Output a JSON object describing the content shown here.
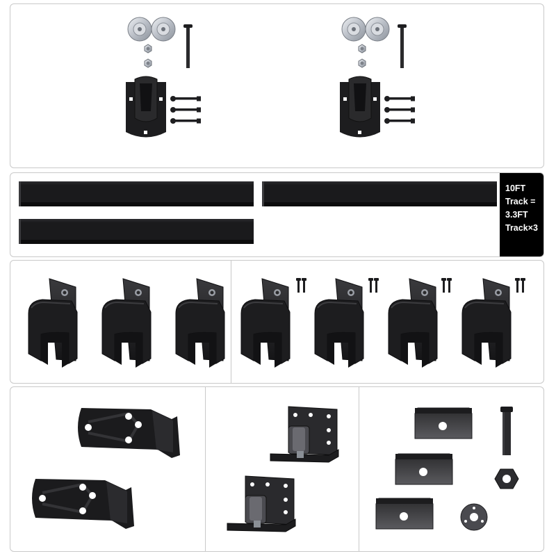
{
  "track_label": {
    "lines": [
      "10FT",
      "Track =",
      "3.3FT",
      "Track×3"
    ]
  },
  "colors": {
    "hardware": "#1c1c1e",
    "hardware_highlight": "#3a3a3d",
    "panel_border": "#c9c9c9",
    "label_background": "#000000",
    "label_text": "#ffffff",
    "roller_silver": "#c8ccd2"
  }
}
